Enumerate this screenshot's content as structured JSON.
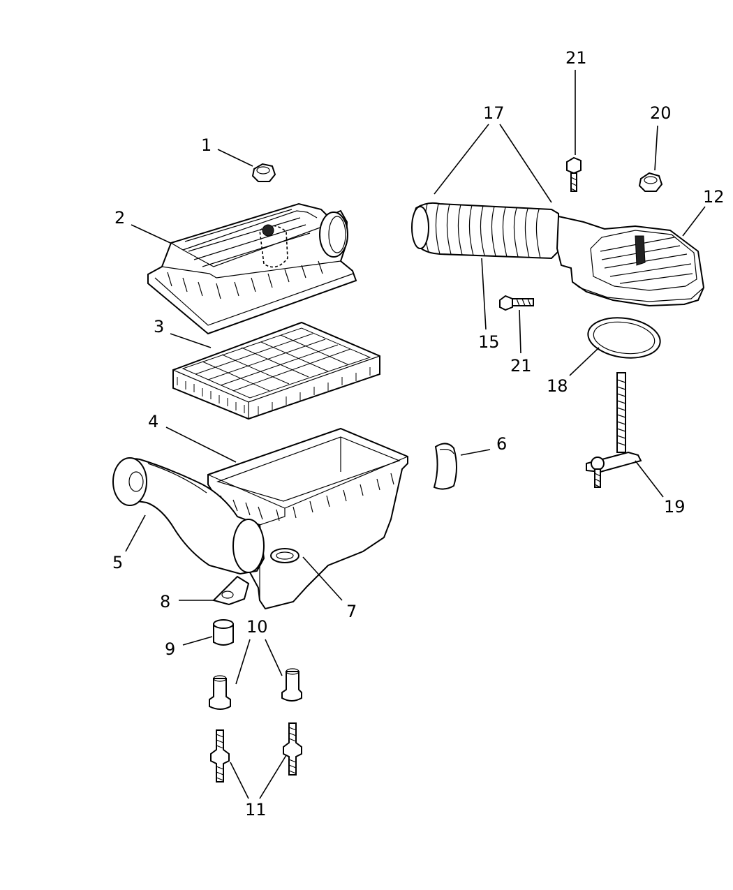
{
  "diagram": {
    "callouts": {
      "c1": "1",
      "c2": "2",
      "c3": "3",
      "c4": "4",
      "c5": "5",
      "c6": "6",
      "c7": "7",
      "c8": "8",
      "c9": "9",
      "c10": "10",
      "c11": "11",
      "c12": "12",
      "c15": "15",
      "c17": "17",
      "c18": "18",
      "c19": "19",
      "c20": "20",
      "c21_top": "21",
      "c21_mid": "21"
    }
  }
}
